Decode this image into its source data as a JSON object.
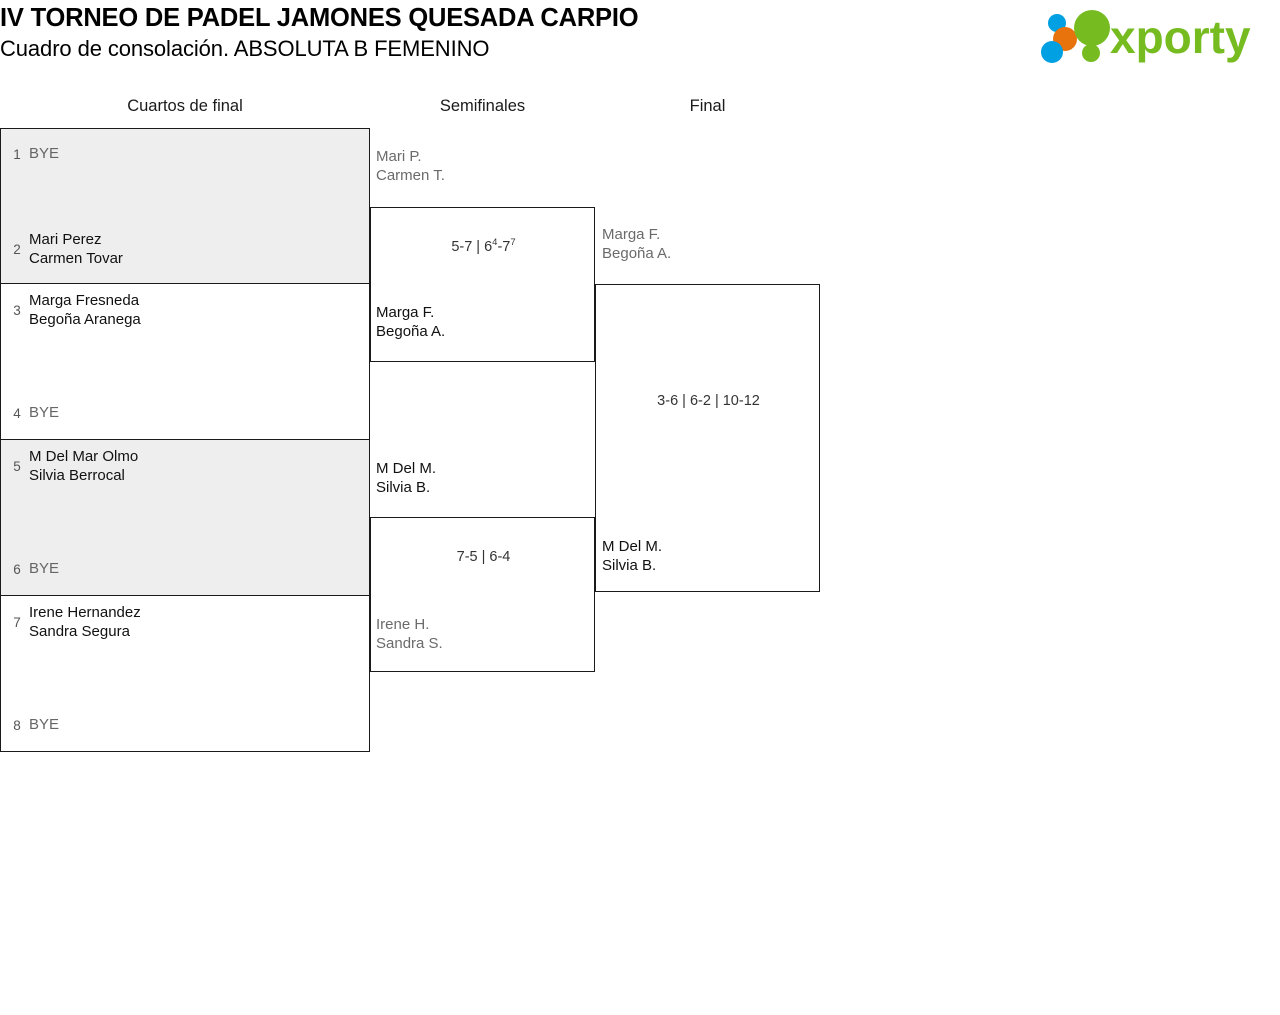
{
  "header": {
    "title_line_1": "IV TORNEO DE PADEL JAMONES QUESADA CARPIO",
    "title_line_2": "Cuadro de consolación. ABSOLUTA B FEMENINO",
    "logo_text": "xporty",
    "logo_colors": {
      "green": "#76bc21",
      "orange": "#e8720c",
      "blue": "#00a0e3"
    }
  },
  "rounds": [
    {
      "id": "quarterfinals",
      "label": "Cuartos de final"
    },
    {
      "id": "semifinals",
      "label": "Semifinales"
    },
    {
      "id": "final",
      "label": "Final"
    }
  ],
  "round1": {
    "slots": [
      {
        "seed": "1",
        "line1": "BYE",
        "line2": "",
        "status": "bye"
      },
      {
        "seed": "2",
        "line1": "Mari Perez",
        "line2": "Carmen Tovar",
        "status": "winner"
      },
      {
        "seed": "3",
        "line1": "Marga Fresneda",
        "line2": "Begoña Aranega",
        "status": "winner"
      },
      {
        "seed": "4",
        "line1": "BYE",
        "line2": "",
        "status": "bye"
      },
      {
        "seed": "5",
        "line1": "M Del Mar Olmo",
        "line2": "Silvia Berrocal",
        "status": "winner"
      },
      {
        "seed": "6",
        "line1": "BYE",
        "line2": "",
        "status": "bye"
      },
      {
        "seed": "7",
        "line1": "Irene Hernandez",
        "line2": "Sandra Segura",
        "status": "winner"
      },
      {
        "seed": "8",
        "line1": "BYE",
        "line2": "",
        "status": "bye"
      }
    ]
  },
  "semifinals": [
    {
      "top": {
        "line1": "Mari P.",
        "line2": "Carmen T.",
        "status": "loser"
      },
      "bottom": {
        "line1": "Marga F.",
        "line2": "Begoña A.",
        "status": "winner"
      },
      "score_part_1": "5-7 | 6",
      "score_sup_1": "4",
      "score_part_2": "-7",
      "score_sup_2": "7",
      "score_text": "5-7 | 6⁴-7⁷"
    },
    {
      "top": {
        "line1": "M Del M.",
        "line2": "Silvia B.",
        "status": "winner"
      },
      "bottom": {
        "line1": "Irene H.",
        "line2": "Sandra S.",
        "status": "loser"
      },
      "score_text": "7-5 | 6-4"
    }
  ],
  "final": {
    "top": {
      "line1": "Marga F.",
      "line2": "Begoña A.",
      "status": "loser"
    },
    "bottom": {
      "line1": "M Del M.",
      "line2": "Silvia B.",
      "status": "winner"
    },
    "score_text": "3-6 | 6-2 | 10-12"
  },
  "chart_data": {
    "type": "bracket",
    "title": "IV TORNEO DE PADEL JAMONES QUESADA CARPIO — Cuadro de consolación. ABSOLUTA B FEMENINO",
    "rounds": [
      "Cuartos de final",
      "Semifinales",
      "Final"
    ],
    "matches": [
      {
        "round": "Cuartos de final",
        "seeds": [
          "1",
          "2"
        ],
        "players": [
          "BYE",
          "Mari Perez / Carmen Tovar"
        ],
        "winner": "Mari Perez / Carmen Tovar",
        "score": ""
      },
      {
        "round": "Cuartos de final",
        "seeds": [
          "3",
          "4"
        ],
        "players": [
          "Marga Fresneda / Begoña Aranega",
          "BYE"
        ],
        "winner": "Marga Fresneda / Begoña Aranega",
        "score": ""
      },
      {
        "round": "Cuartos de final",
        "seeds": [
          "5",
          "6"
        ],
        "players": [
          "M Del Mar Olmo / Silvia Berrocal",
          "BYE"
        ],
        "winner": "M Del Mar Olmo / Silvia Berrocal",
        "score": ""
      },
      {
        "round": "Cuartos de final",
        "seeds": [
          "7",
          "8"
        ],
        "players": [
          "Irene Hernandez / Sandra Segura",
          "BYE"
        ],
        "winner": "Irene Hernandez / Sandra Segura",
        "score": ""
      },
      {
        "round": "Semifinales",
        "players": [
          "Mari P. / Carmen T.",
          "Marga F. / Begoña A."
        ],
        "winner": "Marga F. / Begoña A.",
        "score": "5-7 | 6⁴-7⁷"
      },
      {
        "round": "Semifinales",
        "players": [
          "M Del M. / Silvia B.",
          "Irene H. / Sandra S."
        ],
        "winner": "M Del M. / Silvia B.",
        "score": "7-5 | 6-4"
      },
      {
        "round": "Final",
        "players": [
          "Marga F. / Begoña A.",
          "M Del M. / Silvia B."
        ],
        "winner": "M Del M. / Silvia B.",
        "score": "3-6 | 6-2 | 10-12"
      }
    ],
    "champion": "M Del M. / Silvia B."
  }
}
